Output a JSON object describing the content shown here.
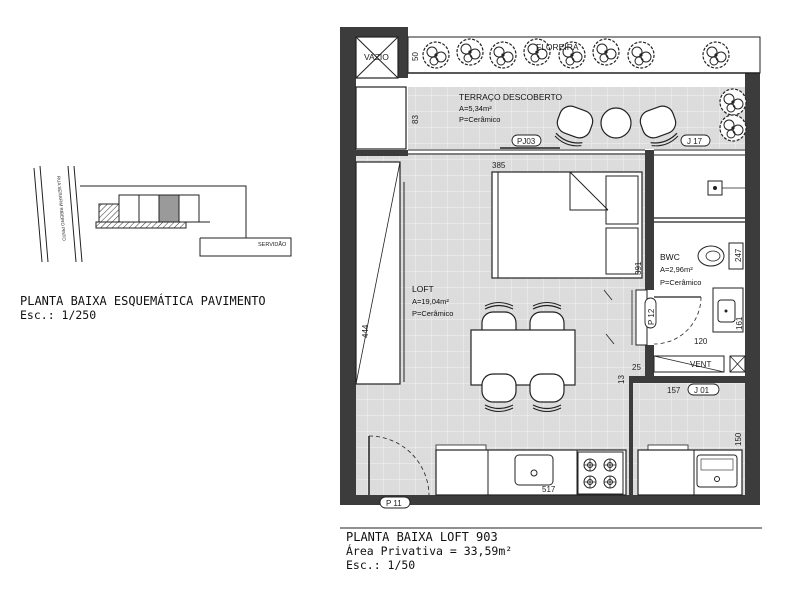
{
  "key_plan": {
    "street_label": "RUA SERAFIM RIBEIRO PINTO",
    "easement_label": "SERVIDÃO",
    "title": "PLANTA BAIXA ESQUEMÁTICA PAVIMENTO",
    "scale": "Esc.: 1/250"
  },
  "floor_plan": {
    "title": "PLANTA BAIXA LOFT 903",
    "private_area": "Área Privativa = 33,59m²",
    "scale": "Esc.: 1/50"
  },
  "rooms": {
    "terrace": {
      "name": "TERRAÇO DESCOBERTO",
      "area": "A=5,34m²",
      "finish": "P=Cerâmico"
    },
    "loft": {
      "name": "LOFT",
      "area": "A=19,04m²",
      "finish": "P=Cerâmico"
    },
    "bathroom": {
      "name": "BWC",
      "area": "A=2,96m²",
      "finish": "P=Cerâmico"
    }
  },
  "labels": {
    "void": "VAZIO",
    "planter": "FLOREIRA",
    "vent": "VENT"
  },
  "tags": {
    "pj03": "PJ03",
    "j17": "J 17",
    "p12": "P 12",
    "j01": "J 01",
    "p11": "P 11"
  },
  "dimensions": {
    "d50": "50",
    "d83": "83",
    "d385": "385",
    "d444": "444",
    "d391": "391",
    "d247": "247",
    "d161": "161",
    "d120": "120",
    "d25": "25",
    "d13": "13",
    "d157": "157",
    "d150": "150",
    "d517": "517"
  }
}
